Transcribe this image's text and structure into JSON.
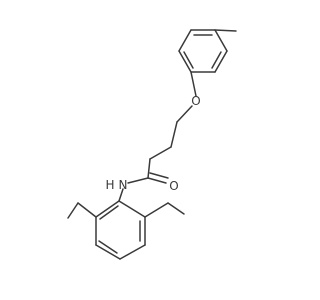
{
  "molecule": {
    "atoms": {
      "oxygen_ether": "O",
      "oxygen_carbonyl": "O",
      "nitrogen_amide": "N",
      "amide_hydrogen": "H"
    }
  }
}
